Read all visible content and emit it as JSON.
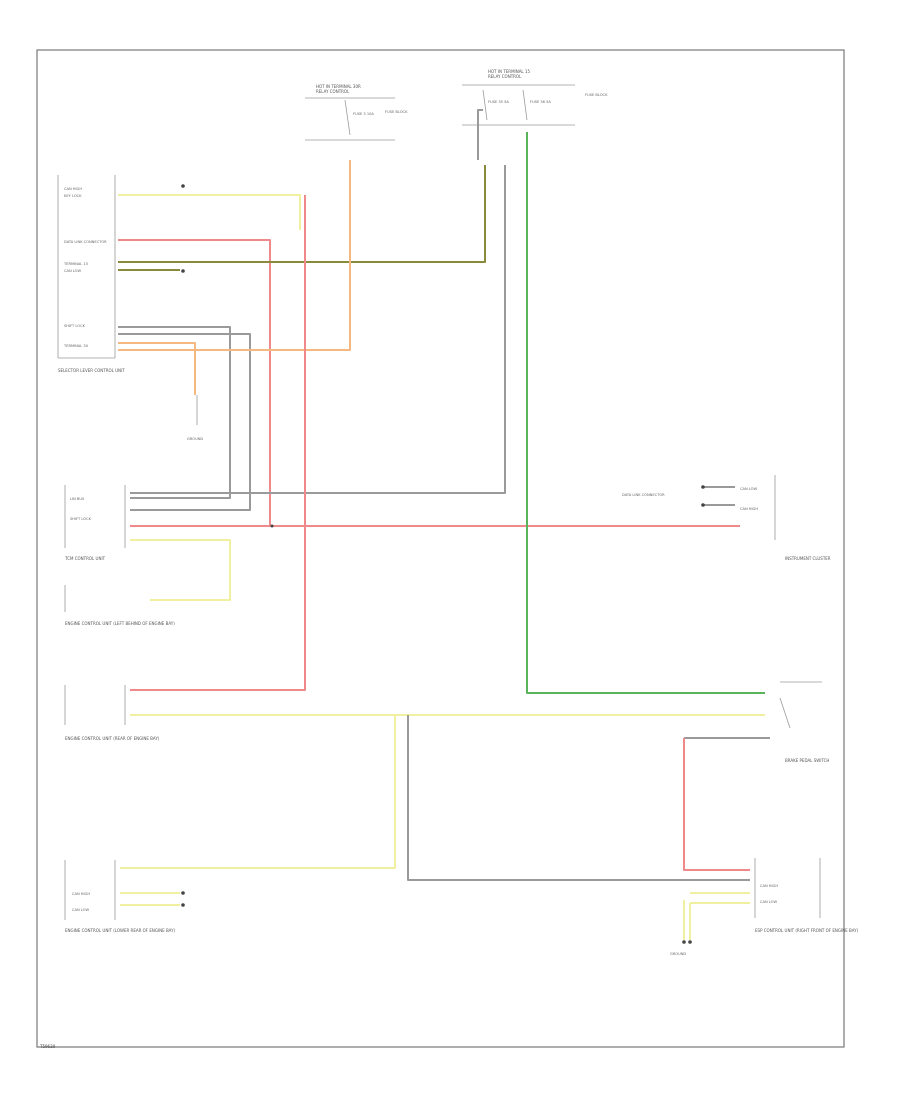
{
  "diagram": {
    "code": "T59630",
    "colors": {
      "red": "#f08a8a",
      "yellow": "#f0f0a0",
      "orange": "#f5b880",
      "green": "#5ab55a",
      "olive": "#8a8a3c",
      "gray": "#9a9a9a"
    },
    "labels": {
      "hot1": "HOT IN TERMINAL 30R",
      "hot1b": "RELAY CONTROL",
      "fuse1": "FUSE 3 10A",
      "fuse_block1": "FUSE BLOCK",
      "hot2": "HOT IN TERMINAL 15",
      "hot2b": "RELAY CONTROL",
      "fuse2a": "FUSE 35 5A",
      "fuse2b": "FUSE 36 5A",
      "fuse_block2": "FUSE BLOCK",
      "selector_module": "SELECTOR LEVER CONTROL UNIT",
      "tcm": "TCM CONTROL UNIT",
      "ecm": "ENGINE CONTROL UNIT (LEFT BEHIND OF ENGINE BAY)",
      "ecm2": "ENGINE CONTROL UNIT (REAR OF ENGINE BAY)",
      "ecm3": "ENGINE CONTROL UNIT (LOWER REAR OF ENGINE BAY)",
      "esp": "ESP CONTROL UNIT (RIGHT FRONT OF ENGINE BAY)",
      "instrument": "INSTRUMENT CLUSTER",
      "brake_switch": "BRAKE PEDAL SWITCH",
      "ground": "GROUND",
      "data_link": "DATA LINK CONNECTOR",
      "can_high": "CAN HIGH",
      "can_low": "CAN LOW",
      "data_link_conn": "DATA LINK CONNECTOR",
      "lin_bus": "LIN BUS",
      "shift_lock": "SHIFT LOCK",
      "terminal_15": "TERMINAL 15",
      "term_30": "TERMINAL 30",
      "key_lock": "KEY LOCK"
    }
  }
}
